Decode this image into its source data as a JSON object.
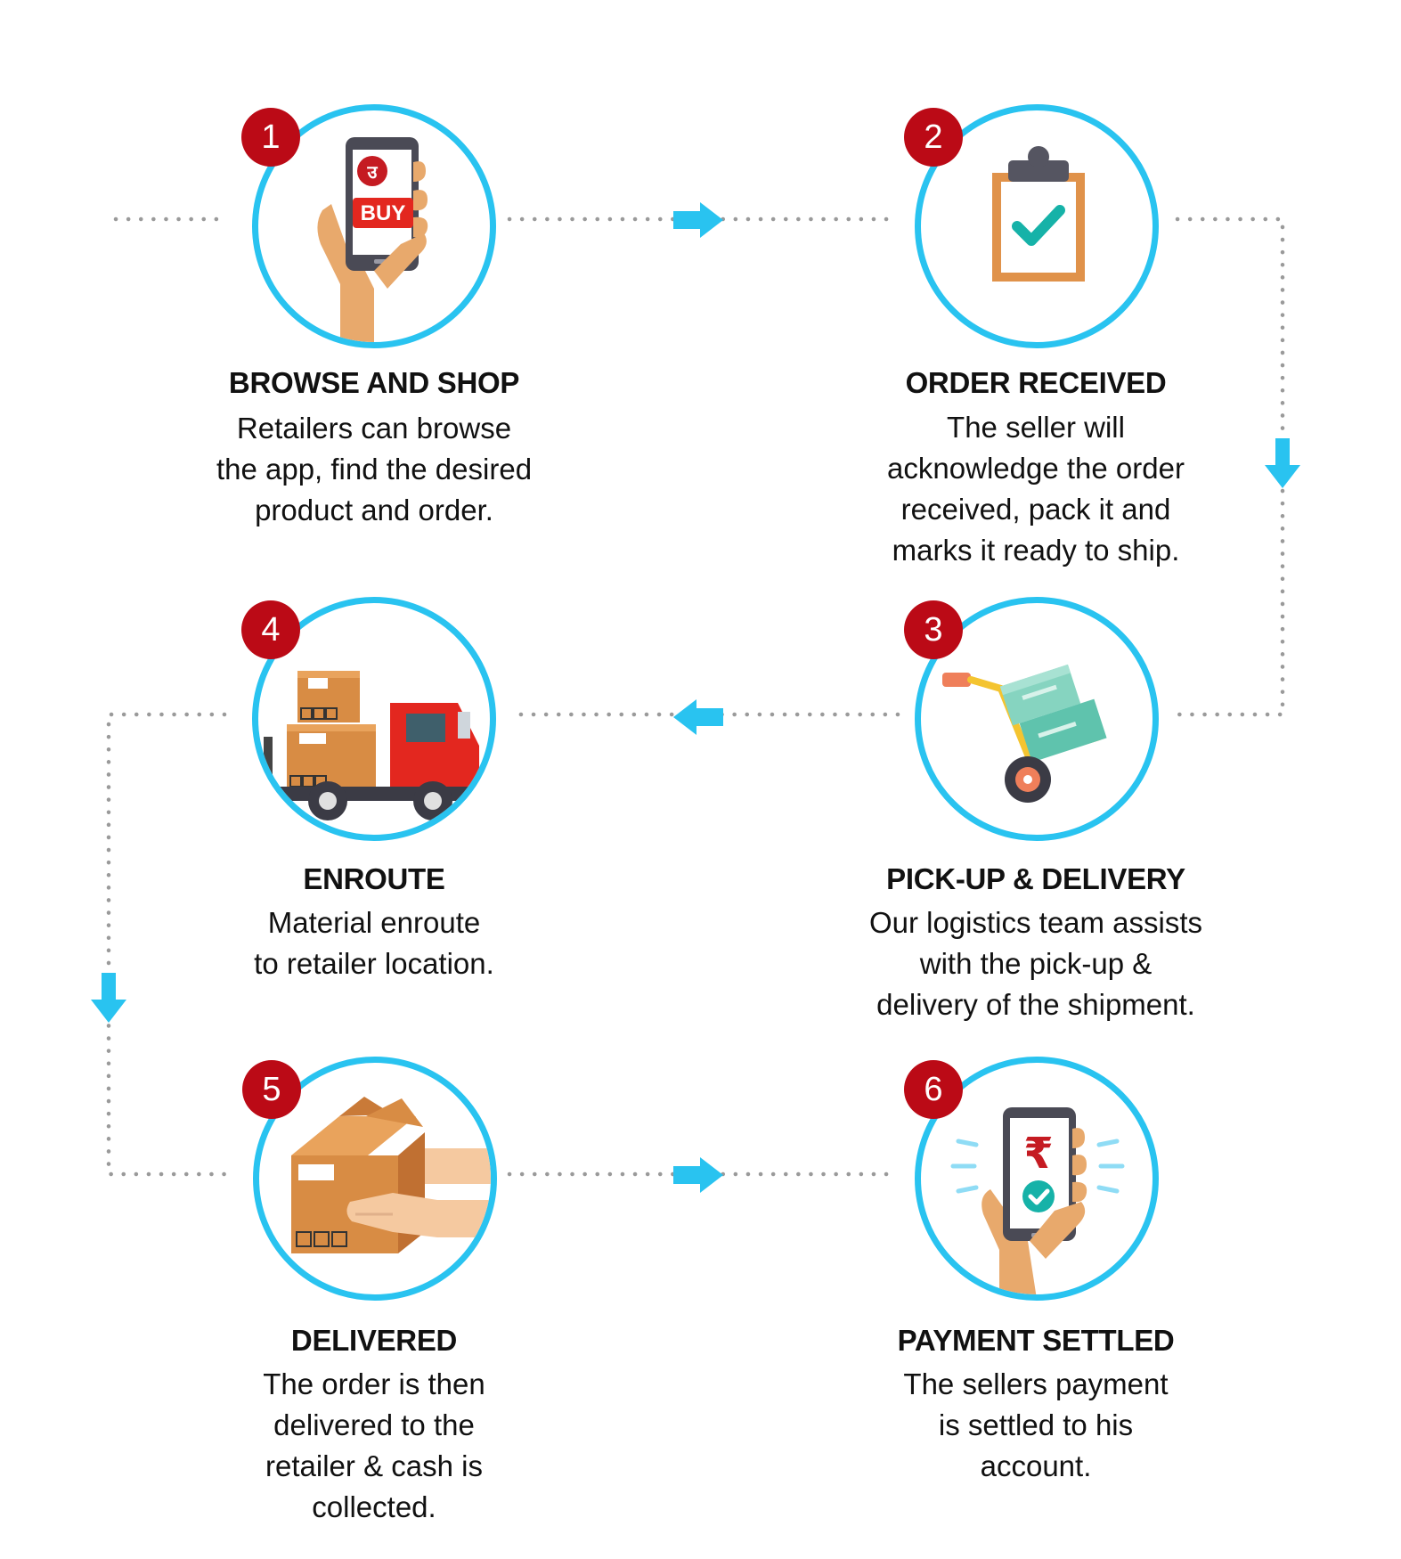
{
  "steps": [
    {
      "number": "1",
      "title": "BROWSE AND SHOP",
      "lines": [
        "Retailers can browse",
        "the app, find the desired",
        "product and order."
      ],
      "icon": "phone-buy-icon",
      "buy_label": "BUY"
    },
    {
      "number": "2",
      "title": "ORDER RECEIVED",
      "lines": [
        "The seller will",
        "acknowledge the order",
        "received, pack it and",
        "marks it ready to ship."
      ],
      "icon": "clipboard-check-icon"
    },
    {
      "number": "3",
      "title": "PICK-UP & DELIVERY",
      "lines": [
        "Our logistics team assists",
        "with the pick-up &",
        "delivery of the shipment."
      ],
      "icon": "hand-truck-icon"
    },
    {
      "number": "4",
      "title": "ENROUTE",
      "lines": [
        "Material enroute",
        "to retailer location."
      ],
      "icon": "delivery-truck-icon"
    },
    {
      "number": "5",
      "title": "DELIVERED",
      "lines": [
        "The order is then",
        "delivered to the",
        "retailer & cash is",
        "collected."
      ],
      "icon": "box-handover-icon"
    },
    {
      "number": "6",
      "title": "PAYMENT SETTLED",
      "lines": [
        "The sellers payment",
        "is settled to his",
        "account."
      ],
      "icon": "phone-payment-icon",
      "currency_symbol": "₹"
    }
  ],
  "colors": {
    "ring": "#29c3f0",
    "badge": "#bb0a16",
    "arrow": "#29c3f0",
    "connector_dots": "#9a9a9a",
    "skin": "#e8a96c"
  }
}
